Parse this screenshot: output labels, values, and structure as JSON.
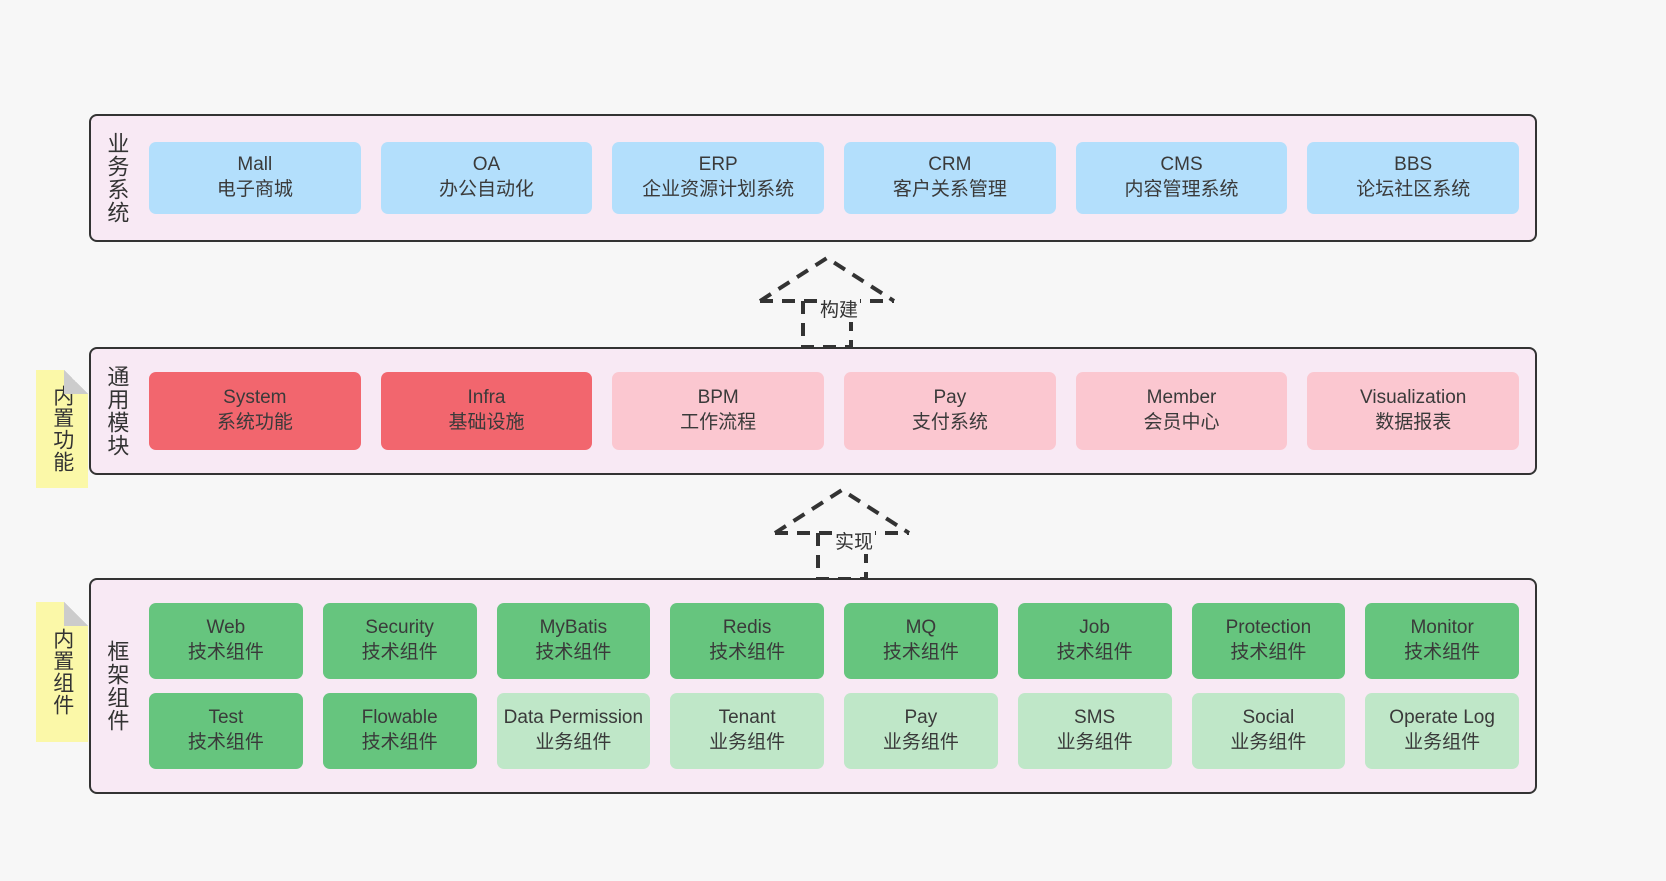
{
  "diagram": {
    "title": "",
    "background": "#f7f7f7",
    "colors": {
      "panel_fill": "#f8e9f4",
      "panel_border": "#333333",
      "business_cell": "#b3dffc",
      "core_module_cell": "#f2666e",
      "module_cell": "#fbc7d0",
      "tech_component_cell": "#66c57e",
      "business_component_cell": "#bfe7c8",
      "note_fill": "#fbf8a8",
      "note_fold": "#cccccc"
    }
  },
  "layers": {
    "business": {
      "title": "业务系统",
      "rows": [
        [
          {
            "en": "Mall",
            "cn": "电子商城",
            "style": "blue"
          },
          {
            "en": "OA",
            "cn": "办公自动化",
            "style": "blue"
          },
          {
            "en": "ERP",
            "cn": "企业资源计划系统",
            "style": "blue"
          },
          {
            "en": "CRM",
            "cn": "客户关系管理",
            "style": "blue"
          },
          {
            "en": "CMS",
            "cn": "内容管理系统",
            "style": "blue"
          },
          {
            "en": "BBS",
            "cn": "论坛社区系统",
            "style": "blue"
          }
        ]
      ]
    },
    "common": {
      "title": "通用模块",
      "note": "内置功能",
      "rows": [
        [
          {
            "en": "System",
            "cn": "系统功能",
            "style": "red"
          },
          {
            "en": "Infra",
            "cn": "基础设施",
            "style": "red"
          },
          {
            "en": "BPM",
            "cn": "工作流程",
            "style": "pink"
          },
          {
            "en": "Pay",
            "cn": "支付系统",
            "style": "pink"
          },
          {
            "en": "Member",
            "cn": "会员中心",
            "style": "pink"
          },
          {
            "en": "Visualization",
            "cn": "数据报表",
            "style": "pink"
          }
        ]
      ]
    },
    "framework": {
      "title": "框架组件",
      "note": "内置组件",
      "rows": [
        [
          {
            "en": "Web",
            "cn": "技术组件",
            "style": "green"
          },
          {
            "en": "Security",
            "cn": "技术组件",
            "style": "green"
          },
          {
            "en": "MyBatis",
            "cn": "技术组件",
            "style": "green"
          },
          {
            "en": "Redis",
            "cn": "技术组件",
            "style": "green"
          },
          {
            "en": "MQ",
            "cn": "技术组件",
            "style": "green"
          },
          {
            "en": "Job",
            "cn": "技术组件",
            "style": "green"
          },
          {
            "en": "Protection",
            "cn": "技术组件",
            "style": "green"
          },
          {
            "en": "Monitor",
            "cn": "技术组件",
            "style": "green"
          }
        ],
        [
          {
            "en": "Test",
            "cn": "技术组件",
            "style": "green"
          },
          {
            "en": "Flowable",
            "cn": "技术组件",
            "style": "green"
          },
          {
            "en": "Data Permission",
            "cn": "业务组件",
            "style": "greenlight"
          },
          {
            "en": "Tenant",
            "cn": "业务组件",
            "style": "greenlight"
          },
          {
            "en": "Pay",
            "cn": "业务组件",
            "style": "greenlight"
          },
          {
            "en": "SMS",
            "cn": "业务组件",
            "style": "greenlight"
          },
          {
            "en": "Social",
            "cn": "业务组件",
            "style": "greenlight"
          },
          {
            "en": "Operate Log",
            "cn": "业务组件",
            "style": "greenlight"
          }
        ]
      ]
    }
  },
  "connectors": [
    {
      "label": "构建",
      "from": "common",
      "to": "business",
      "style": "dashed-generalization"
    },
    {
      "label": "实现",
      "from": "framework",
      "to": "common",
      "style": "dashed-generalization"
    }
  ]
}
